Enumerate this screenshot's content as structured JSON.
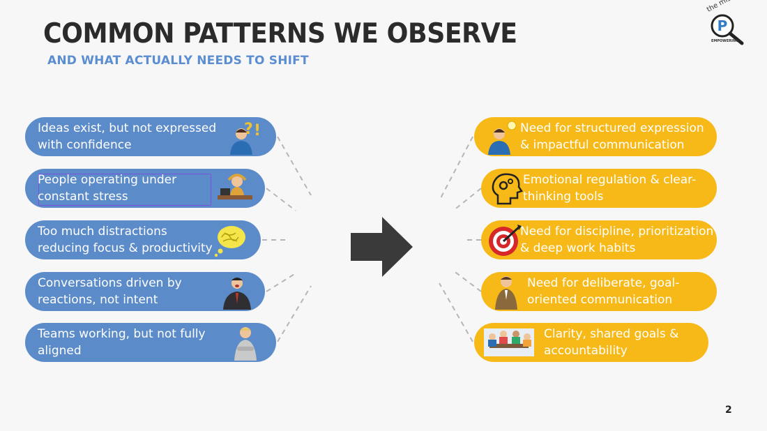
{
  "slide": {
    "title": "COMMON PATTERNS WE OBSERVE",
    "subtitle": "AND WHAT ACTUALLY NEEDS TO SHIFT",
    "page_number": "2",
    "logo": {
      "tagline": "the missing",
      "mark": "P",
      "line": "EMPOWERING"
    }
  },
  "colors": {
    "blue_pill": "#5b8bc9",
    "gold_pill": "#f7b918",
    "subtitle": "#5b8ed1",
    "arrow": "#3a3a3a"
  },
  "patterns": [
    {
      "text": "Ideas exist, but not expressed\nwith confidence",
      "icon": "thinking-man-question-icon"
    },
    {
      "text": "People operating under\nconstant stress",
      "icon": "stressed-person-desk-icon"
    },
    {
      "text": "Too much distractions\nreducing focus & productivity",
      "icon": "tangled-thought-cloud-icon"
    },
    {
      "text": "Conversations driven by\nreactions, not intent",
      "icon": "shouting-man-icon"
    },
    {
      "text": "Teams working, but not fully\naligned",
      "icon": "man-arms-crossed-icon"
    }
  ],
  "shifts": [
    {
      "text": "Need for structured expression\n& impactful communication",
      "icon": "thinking-man-lightbulb-icon"
    },
    {
      "text": "Emotional regulation & clear-\nthinking tools",
      "icon": "head-gears-icon"
    },
    {
      "text": "Need for discipline, prioritization\n& deep work habits",
      "icon": "target-dart-icon"
    },
    {
      "text": "Need for deliberate, goal-\noriented communication",
      "icon": "presenter-man-icon"
    },
    {
      "text": "Clarity, shared goals &\naccountability",
      "icon": "team-meeting-icon"
    }
  ]
}
